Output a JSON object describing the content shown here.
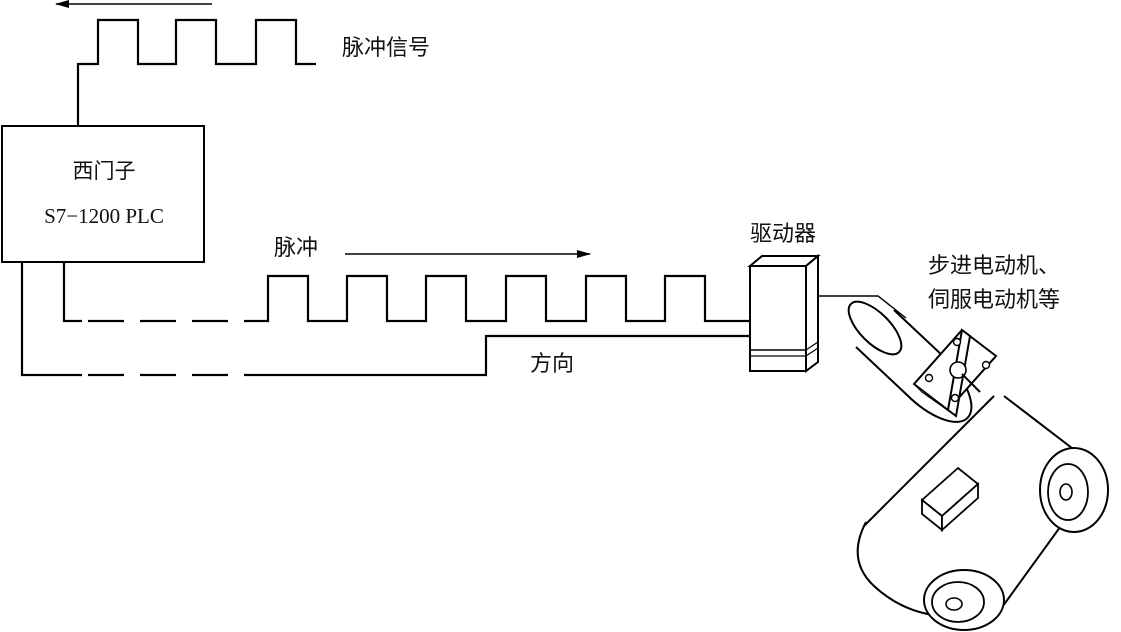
{
  "plc": {
    "brand": "西门子",
    "model": "S7−1200 PLC"
  },
  "labels": {
    "pulse_signal": "脉冲信号",
    "pulse": "脉冲",
    "driver": "驱动器",
    "direction": "方向",
    "motor_line1": "步进电动机、",
    "motor_line2": "伺服电动机等"
  },
  "colors": {
    "stroke": "#000000",
    "background": "#ffffff"
  }
}
